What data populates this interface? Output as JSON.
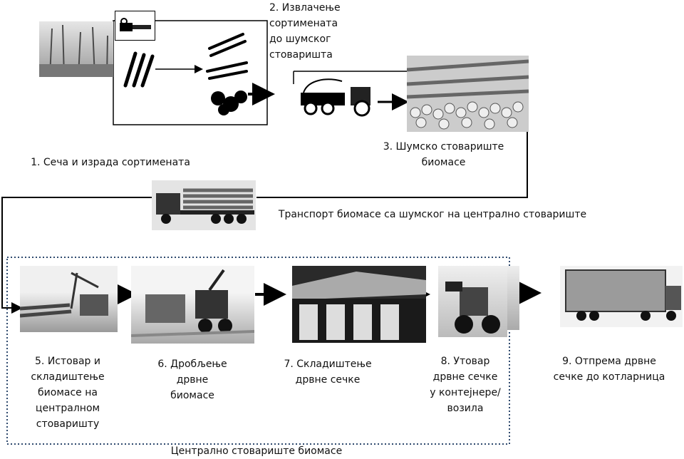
{
  "steps": {
    "s1": "1. Сеча и израда сортимената",
    "s2": "2. Извлачење\nсортимената\nдо шумског\nстоваришта",
    "s3": "3. Шумско стовариште\nбиомасе",
    "transport": "Транспорт биомасе са шумског на централно стовариште",
    "s5": "5. Истовар и\nскладиштење\nбиомасе на\nцентралном\nстоваришту",
    "s6": "6. Дробљење\nдрвне\nбиомасе",
    "s7": "7. Складиштење\nдрвне сечке",
    "s8": "8.    Утовар\nдрвне сечке\nу контејнере/\nвозила",
    "s9": "9. Отпрема дрвне\nсечке до котларница",
    "central": "Централно стовариште биомасе"
  },
  "icons": [
    "forest-photo",
    "chainsaw-icon",
    "logs-icon",
    "tractor-icon",
    "log-pile-photo",
    "truck-photo",
    "unloading-photo",
    "chipper-photo",
    "warehouse-photo",
    "loader-photo",
    "trailer-truck-photo"
  ],
  "colors": {
    "line": "#000000",
    "dotted_border": "#2f4a6e"
  }
}
